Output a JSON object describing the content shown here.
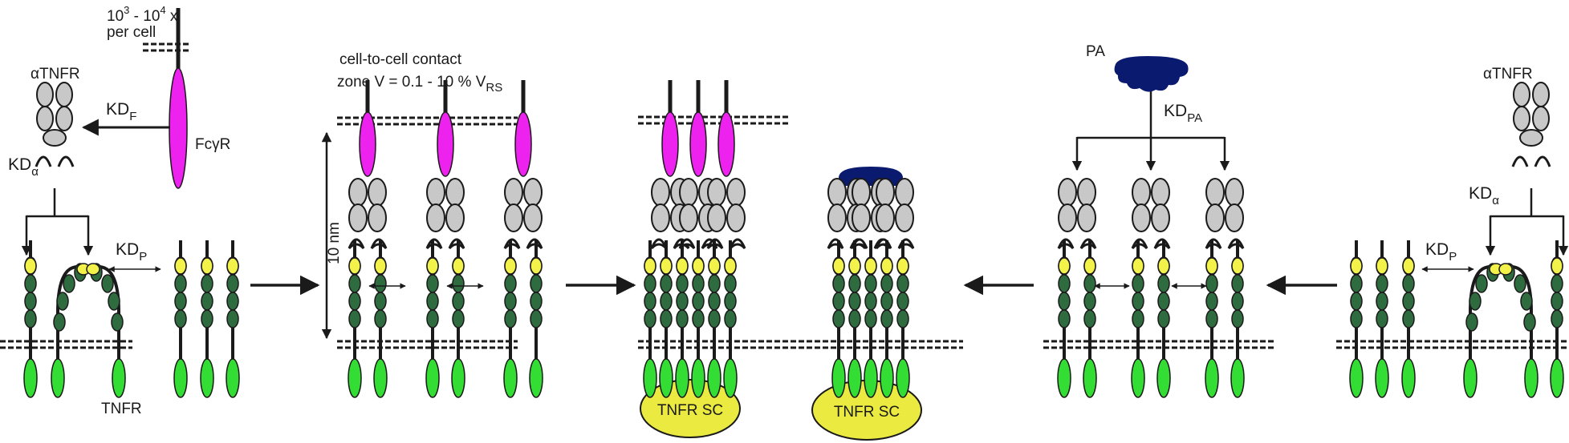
{
  "labels": {
    "copies_base1": "10",
    "copies_exp1": "3",
    "copies_dash": " - ",
    "copies_base2": "10",
    "copies_exp2": "4",
    "copies_tail": " x",
    "per_cell": "per cell",
    "anti_tnfr_left": "αTNFR",
    "anti_tnfr_right": "αTNFR",
    "kd_f_main": "KD",
    "kd_f_sub": "F",
    "fcgr": "FcγR",
    "kd_alpha_left_main": "KD",
    "kd_alpha_left_sub": "α",
    "kd_p_left_main": "KD",
    "kd_p_left_sub": "P",
    "tnfr": "TNFR",
    "contact_line1": "cell-to-cell contact",
    "contact_line2": "zone V = 0.1 - 10 % V",
    "contact_line2_sub": "RS",
    "ten_nm": "10 nm",
    "pa": "PA",
    "kd_pa_main": "KD",
    "kd_pa_sub": "PA",
    "kd_alpha_right_main": "KD",
    "kd_alpha_right_sub": "α",
    "kd_p_right_main": "KD",
    "kd_p_right_sub": "P",
    "supercluster_left": "TNFR SC",
    "supercluster_right": "TNFR SC"
  },
  "colors": {
    "receptor_green": "#2e6b3f",
    "icd_green": "#33dd33",
    "plad_yellow": "#f2f24a",
    "fab_gray": "#c8c8c8",
    "fc_magenta": "#ee22ee",
    "pa_navy": "#0a1a6e",
    "supercluster_yellow": "#eaea40",
    "stroke": "#1a1a1a"
  }
}
